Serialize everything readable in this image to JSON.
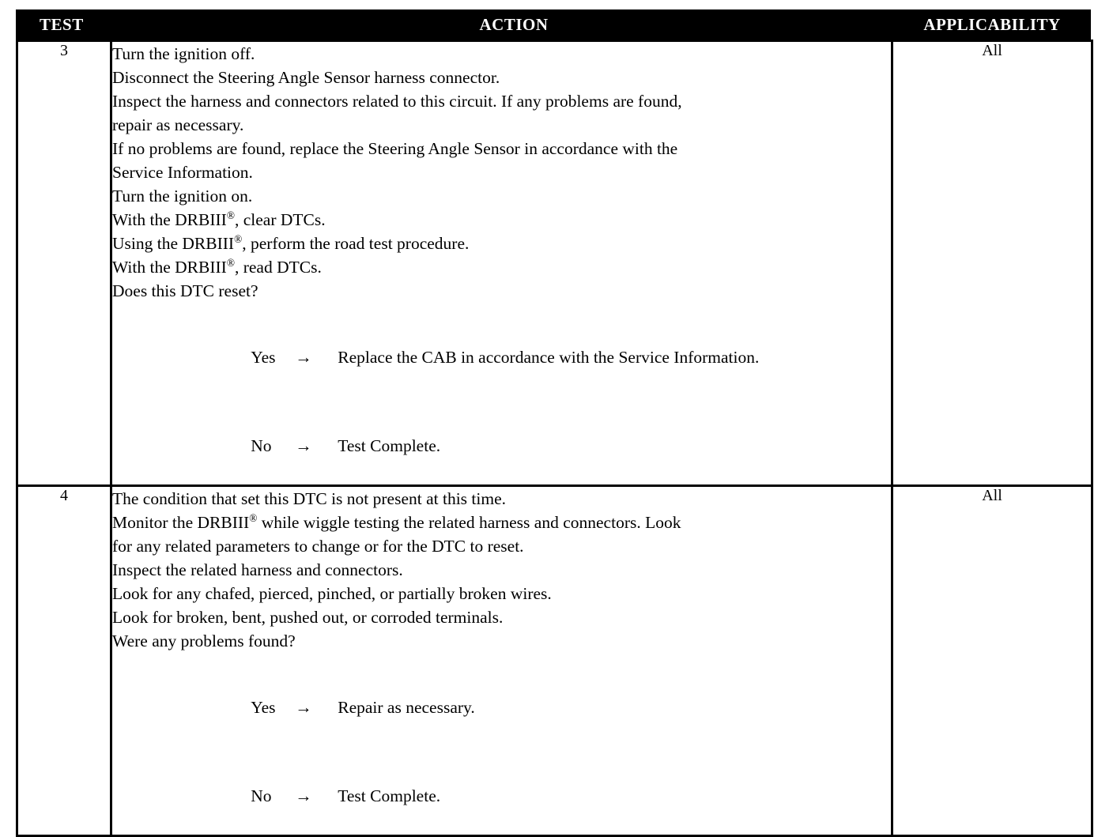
{
  "table": {
    "headers": {
      "test": "TEST",
      "action": "ACTION",
      "applicability": "APPLICABILITY"
    },
    "header_bg": "#000000",
    "header_fg": "#ffffff",
    "border_color": "#000000",
    "rows": [
      {
        "test": "3",
        "applicability": "All",
        "action_lines": [
          "Turn the ignition off.",
          "Disconnect the Steering Angle Sensor harness connector.",
          "Inspect the harness and connectors related to this circuit. If any problems are found,",
          "repair as necessary.",
          "If no problems are found, replace the Steering Angle Sensor in accordance with the",
          "Service Information.",
          "Turn the ignition on.",
          "With the DRBIII®, clear DTCs.",
          "Using the DRBIII®, perform the road test procedure.",
          "With the DRBIII®, read DTCs.",
          "Does this DTC reset?"
        ],
        "branches": [
          {
            "label": "Yes",
            "arrow": "→",
            "text": "Replace the CAB in accordance with the Service Information."
          },
          {
            "label": "No",
            "arrow": "→",
            "text": "Test Complete."
          }
        ]
      },
      {
        "test": "4",
        "applicability": "All",
        "action_lines": [
          "The condition that set this DTC is not present at this time.",
          "Monitor the DRBIII® while wiggle testing the related harness and connectors. Look",
          "for any related parameters to change or for the DTC to reset.",
          "Inspect the related harness and connectors.",
          "Look for any chafed, pierced, pinched, or partially broken wires.",
          "Look for broken, bent, pushed out, or corroded terminals.",
          "Were any problems found?"
        ],
        "branches": [
          {
            "label": "Yes",
            "arrow": "→",
            "text": "Repair as necessary."
          },
          {
            "label": "No",
            "arrow": "→",
            "text": "Test Complete."
          }
        ]
      }
    ]
  }
}
